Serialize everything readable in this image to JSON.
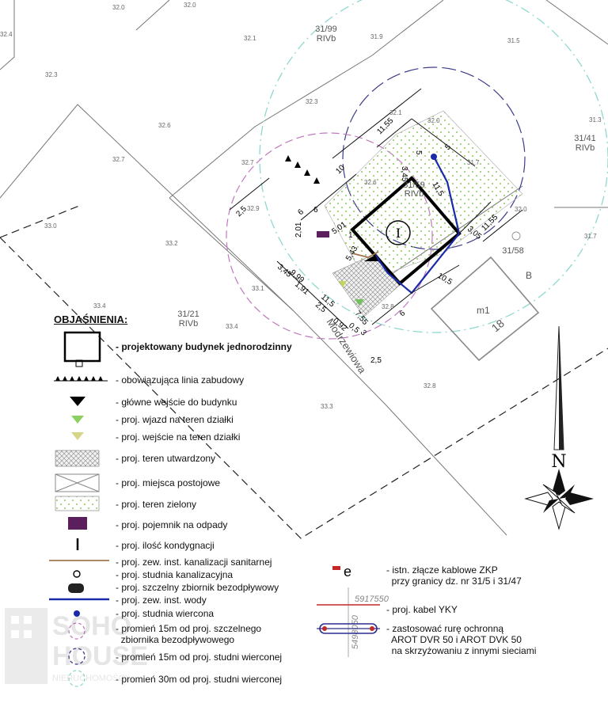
{
  "map": {
    "elevations": [
      {
        "id": "e320",
        "text": "32.0"
      },
      {
        "id": "e200",
        "text": "32.0"
      },
      {
        "id": "e24",
        "text": "32.4"
      },
      {
        "id": "e321",
        "text": "32.1"
      },
      {
        "id": "e319",
        "text": "31.9"
      },
      {
        "id": "e315",
        "text": "31.5"
      },
      {
        "id": "e323a",
        "text": "32.3"
      },
      {
        "id": "e323b",
        "text": "32.3"
      },
      {
        "id": "e326",
        "text": "32.6"
      },
      {
        "id": "e327",
        "text": "32.7"
      },
      {
        "id": "e3207",
        "text": "32.7"
      },
      {
        "id": "e331",
        "text": "33.1"
      },
      {
        "id": "e330",
        "text": "33.0"
      },
      {
        "id": "e332",
        "text": "33.2"
      },
      {
        "id": "e334a",
        "text": "33.4"
      },
      {
        "id": "e334b",
        "text": "33.4"
      },
      {
        "id": "e333",
        "text": "33.3"
      },
      {
        "id": "e328",
        "text": "32.8"
      },
      {
        "id": "e313",
        "text": "31.3"
      },
      {
        "id": "e317",
        "text": "31.7"
      },
      {
        "id": "e3201",
        "text": "32.0"
      },
      {
        "id": "e3202",
        "text": "32.0"
      },
      {
        "id": "e3203",
        "text": "32.6"
      },
      {
        "id": "e3204",
        "text": "32.9"
      },
      {
        "id": "e3208",
        "text": "32.8"
      },
      {
        "id": "e3171",
        "text": "31.7"
      },
      {
        "id": "e3209",
        "text": "32.1"
      }
    ],
    "parcels": [
      {
        "id": "p3199",
        "number": "31/99",
        "soil": "RIVb"
      },
      {
        "id": "p3141",
        "number": "31/41",
        "soil": "RIVb"
      },
      {
        "id": "p3159",
        "number": "31/59",
        "soil": "RIVb"
      },
      {
        "id": "p3121",
        "number": "31/21",
        "soil": "RIVb"
      }
    ],
    "parcel_3158": "31/58",
    "label_b": "B",
    "label_m1": "m1",
    "label_18": "18",
    "street": "Modrzewiowa",
    "floors_symbol": "I",
    "dimensions": [
      "11,55",
      "5",
      "5",
      "3,45",
      "10",
      "11,5",
      "3,05",
      "11,55",
      "10,5",
      "6",
      "2,5",
      "6",
      "2,01",
      "5,01",
      "1",
      "5,43",
      "3,45",
      "9,99",
      "1,91",
      "11,5",
      "2,5",
      "7,55",
      "0,92",
      "0,5",
      "3",
      "2,5",
      "6"
    ],
    "north": "N",
    "coords": [
      "5917550",
      "5498050"
    ],
    "colors": {
      "building": "#000000",
      "water": "#1a2aa8",
      "sewage": "#a07850",
      "cable": "#c62828",
      "green_zone": "#9ccf6a",
      "paved": "#9a9a9a",
      "circle15_tank": "#c079c0",
      "circle15_well": "#3b3b8a",
      "circle30_well": "#8fd8d0",
      "waste_bin": "#5b1f5e",
      "pipe_protect": "#2d2d8f"
    }
  },
  "legend": {
    "title": "OBJAŚNIENIA:",
    "items": [
      {
        "icon": "building-icon",
        "label": "- projektowany budynek jednorodzinny"
      },
      {
        "icon": "building-line-icon",
        "label": "- obowiązująca linia zabudowy"
      },
      {
        "icon": "main-entrance-icon",
        "label": "- główne wejście do budynku"
      },
      {
        "icon": "driveway-icon",
        "label": "- proj. wjazd na teren działki"
      },
      {
        "icon": "walk-entrance-icon",
        "label": "- proj. wejście na teren działki"
      },
      {
        "icon": "paved-area-icon",
        "label": "- proj. teren utwardzony"
      },
      {
        "icon": "parking-icon",
        "label": "- proj. miejsca postojowe"
      },
      {
        "icon": "green-area-icon",
        "label": "- proj. teren zielony"
      },
      {
        "icon": "waste-bin-icon",
        "label": "- proj. pojemnik na odpady"
      },
      {
        "icon": "floors-icon",
        "label": "- proj. ilość kondygnacji"
      },
      {
        "icon": "sewage-line-icon",
        "label": "- proj. zew. inst. kanalizacji sanitarnej"
      },
      {
        "icon": "manhole-icon",
        "label": "- proj. studnia kanalizacyjna"
      },
      {
        "icon": "septic-tank-icon",
        "label": "- proj. szczelny zbiornik bezodpływowy"
      },
      {
        "icon": "water-line-icon",
        "label": "- proj.  zew. inst. wody"
      },
      {
        "icon": "well-icon",
        "label": "- proj. studnia wiercona"
      },
      {
        "icon": "radius15-tank-icon",
        "label": "- promień 15m od proj. szczelnego\n  zbiornika bezodpływowego"
      },
      {
        "icon": "radius15-well-icon",
        "label": "- promień 15m od proj. studni wierconej"
      },
      {
        "icon": "radius30-well-icon",
        "label": "- promień 30m od proj. studni wierconej"
      }
    ],
    "right_items": [
      {
        "icon": "zkp-icon",
        "symbol": "e",
        "label": "- istn. złącze kablowe ZKP\n  przy granicy dz. nr 31/5 i 31/47"
      },
      {
        "icon": "cable-yky-icon",
        "label": "- proj. kabel YKY"
      },
      {
        "icon": "protective-pipe-icon",
        "label": "- zastosować rurę ochronną\n  AROT DVR 50 i AROT DVK 50\n  na skrzyżowaniu z innymi sieciami"
      }
    ]
  },
  "watermark": {
    "line1": "SOHO",
    "line2": "HOUSE",
    "line3": "NIERUCHOMOŚCI"
  }
}
